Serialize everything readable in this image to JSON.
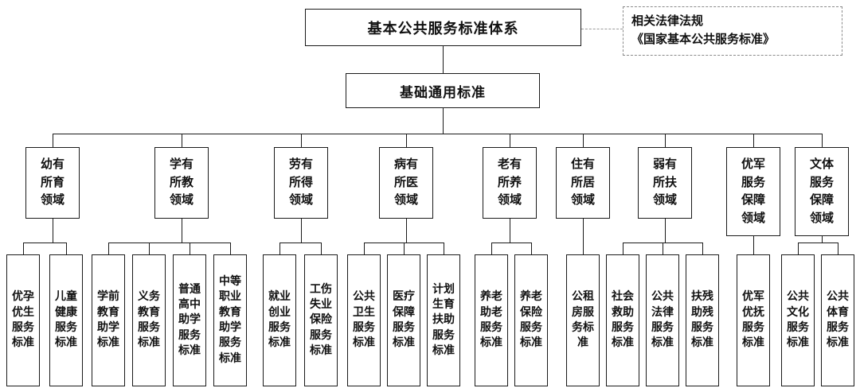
{
  "tree": {
    "root": "基本公共服务标准体系",
    "general": "基础通用标准",
    "legal": [
      "相关法律法规",
      "《国家基本公共服务标准》"
    ],
    "domains": [
      {
        "label": "幼有\n所育\n领域",
        "children": [
          "优孕\n优生\n服务\n标准",
          "儿童\n健康\n服务\n标准"
        ]
      },
      {
        "label": "学有\n所教\n领域",
        "children": [
          "学前\n教育\n助学\n标准",
          "义务\n教育\n服务\n标准",
          "普通\n高中\n助学\n服务\n标准",
          "中等\n职业\n教育\n助学\n服务\n标准"
        ]
      },
      {
        "label": "劳有\n所得\n领域",
        "children": [
          "就业\n创业\n服务\n标准",
          "工伤\n失业\n保险\n服务\n标准"
        ]
      },
      {
        "label": "病有\n所医\n领域",
        "children": [
          "公共\n卫生\n服务\n标准",
          "医疗\n保障\n服务\n标准",
          "计划\n生育\n扶助\n服务\n标准"
        ]
      },
      {
        "label": "老有\n所养\n领域",
        "children": [
          "养老\n助老\n服务\n标准",
          "养老\n保险\n服务\n标准"
        ]
      },
      {
        "label": "住有\n所居\n领域",
        "children": [
          "公租\n房服\n务标\n准"
        ]
      },
      {
        "label": "弱有\n所扶\n领域",
        "children": [
          "社会\n救助\n服务\n标准",
          "公共\n法律\n服务\n标准",
          "扶残\n助残\n服务\n标准"
        ]
      },
      {
        "label": "优军\n服务\n保障\n领域",
        "children": [
          "优军\n优抚\n服务\n标准"
        ]
      },
      {
        "label": "文体\n服务\n保障\n领域",
        "children": [
          "公共\n文化\n服务\n标准",
          "公共\n体育\n服务\n标准"
        ]
      }
    ],
    "colors": {
      "line": "#1a1a1a",
      "background": "#ffffff",
      "dashed_border": "#8a8a8a"
    }
  }
}
